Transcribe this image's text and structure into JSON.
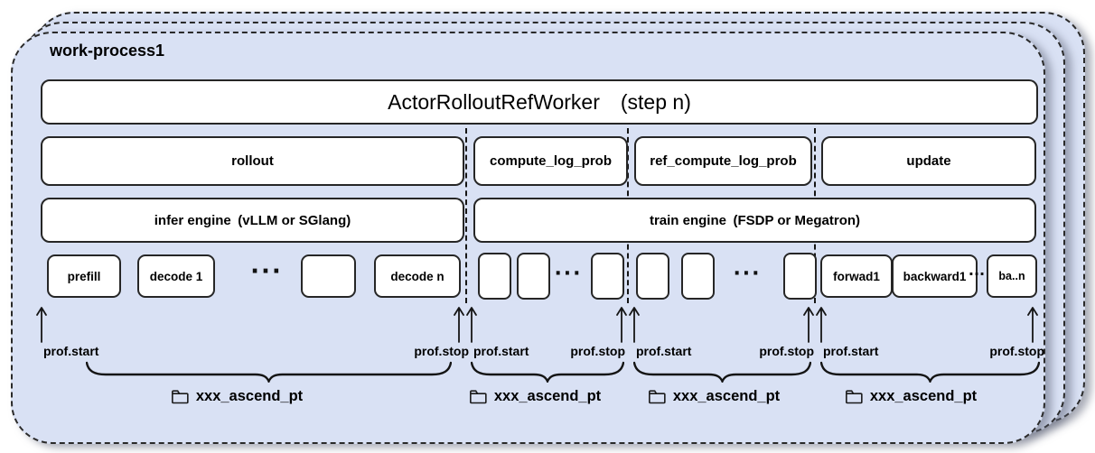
{
  "window": {
    "label": "work-process1"
  },
  "header": {
    "title": "ActorRolloutRefWorker (step n)"
  },
  "stages": [
    {
      "label": "rollout"
    },
    {
      "label": "compute_log_prob"
    },
    {
      "label": "ref_compute_log_prob"
    },
    {
      "label": "update"
    }
  ],
  "engines": [
    {
      "label": "infer engine (vLLM or SGlang)"
    },
    {
      "label": "train engine (FSDP or Megatron)"
    }
  ],
  "timeline": {
    "rollout_items": [
      "prefill",
      "decode 1",
      "···",
      "",
      "decode n"
    ],
    "compute_items": [
      "",
      "",
      "···",
      ""
    ],
    "ref_items": [
      "",
      "",
      "···",
      ""
    ],
    "update_items": [
      "forwad1",
      "backward1",
      "···",
      "ba..n"
    ]
  },
  "profiler": {
    "markers": [
      {
        "label": "prof.start"
      },
      {
        "label": "prof.stop"
      },
      {
        "label": "prof.start"
      },
      {
        "label": "prof.stop"
      },
      {
        "label": "prof.start"
      },
      {
        "label": "prof.stop"
      },
      {
        "label": "prof.start"
      },
      {
        "label": "prof.stop"
      }
    ]
  },
  "outputs": [
    {
      "icon": "folder-icon",
      "label": "xxx_ascend_pt"
    },
    {
      "icon": "folder-icon",
      "label": "xxx_ascend_pt"
    },
    {
      "icon": "folder-icon",
      "label": "xxx_ascend_pt"
    },
    {
      "icon": "folder-icon",
      "label": "xxx_ascend_pt"
    }
  ],
  "colors": {
    "panel_fill": "#d9e1f4",
    "panel_border": "#2a2a2a",
    "box_fill": "#ffffff",
    "box_border": "#262626",
    "text": "#000000"
  }
}
